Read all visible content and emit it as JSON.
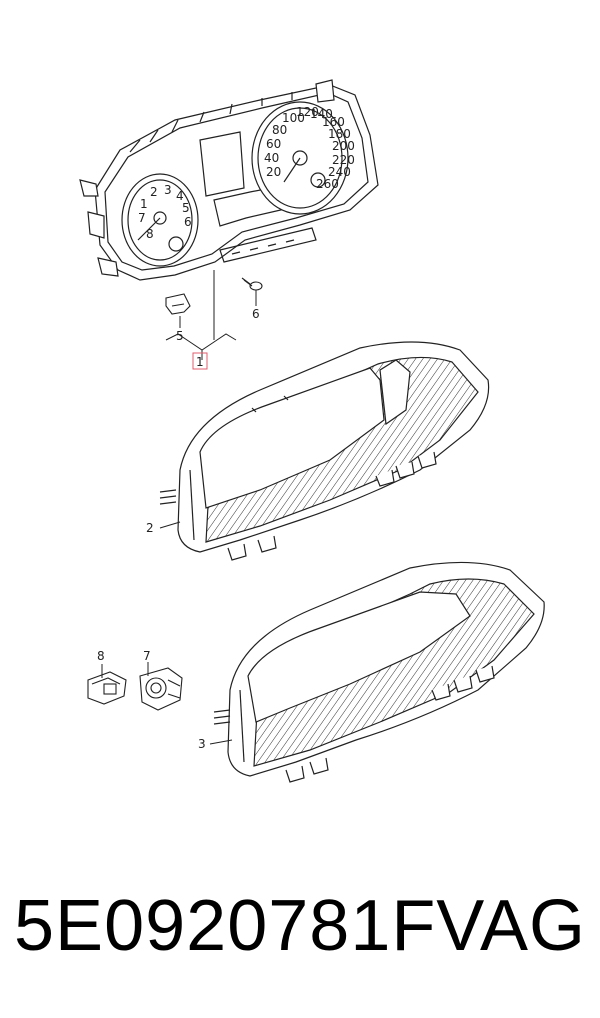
{
  "diagram": {
    "callouts": {
      "instrument_cluster": "1",
      "display_lens_upper": "2",
      "display_lens_lower": "3",
      "bracket": "5",
      "screw": "6",
      "connector_7": "7",
      "connector_8": "8"
    },
    "speedometer_ticks": [
      "20",
      "40",
      "60",
      "80",
      "100",
      "120",
      "140",
      "160",
      "180",
      "200",
      "220",
      "240",
      "260"
    ],
    "tachometer_ticks": [
      "1",
      "2",
      "3",
      "4",
      "5",
      "6",
      "7",
      "8"
    ]
  },
  "footer": {
    "part_number": "5E0920781F",
    "brand": "VAG"
  }
}
